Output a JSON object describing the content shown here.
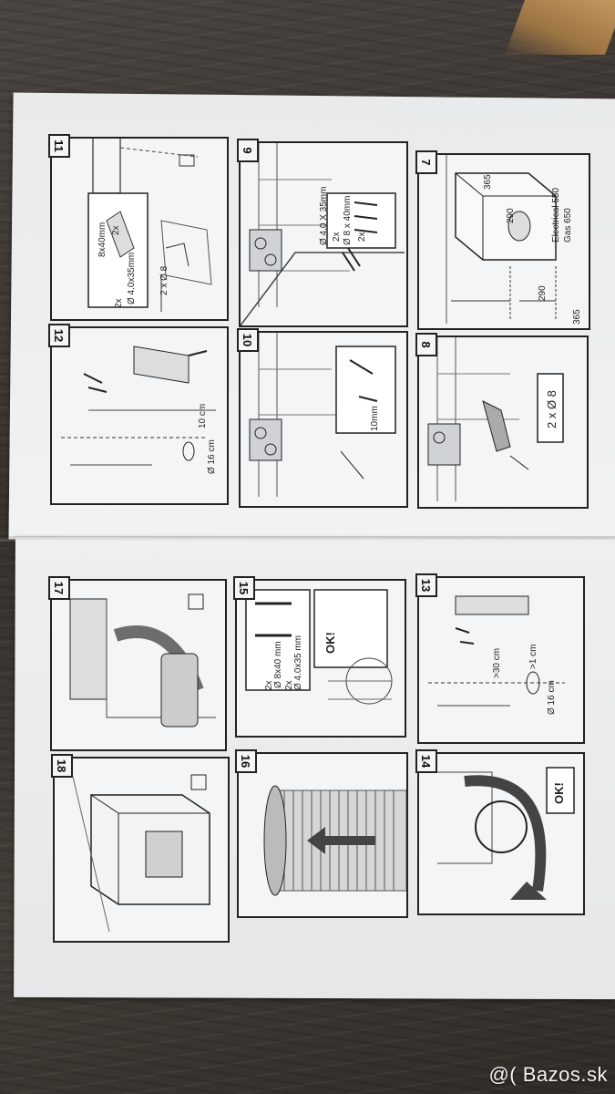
{
  "steps": {
    "s7": "7",
    "s8": "8",
    "s9": "9",
    "s10": "10",
    "s11": "11",
    "s12": "12",
    "s13": "13",
    "s14": "14",
    "s15": "15",
    "s16": "16",
    "s17": "17",
    "s18": "18"
  },
  "step7": {
    "dim_365_top": "365",
    "dim_290_box": "290",
    "dim_290": "290",
    "electrical": "Electrical 550",
    "gas": "Gas 650",
    "dim_365": "365"
  },
  "step8": {
    "drill": "2 x Ø 8"
  },
  "step9": {
    "qty1": "2x",
    "screw1": "Ø 8 x 40mm",
    "qty2": "2x",
    "screw2": "Ø 4.0 X 35mm"
  },
  "step10": {
    "dim": "10mm"
  },
  "step11": {
    "screw_a": "8x40mm",
    "qty_a": "2x",
    "screw_b": "Ø 4.0x35mm",
    "qty_b": "2x",
    "drill": "2 x Ø 8"
  },
  "step12": {
    "dim1": "10 cm",
    "dim2": "Ø 16 cm"
  },
  "step13": {
    "dim1": ">1 cm",
    "dim2": ">30 cm",
    "dim3": "Ø 16 cm"
  },
  "step14": {
    "ok": "OK!"
  },
  "step15": {
    "qty1": "2x",
    "screw1": "Ø 8x40 mm",
    "qty2": "2x",
    "screw2": "Ø 4.0x35 mm",
    "ok": "OK!"
  },
  "watermark": "@( Bazos.sk"
}
